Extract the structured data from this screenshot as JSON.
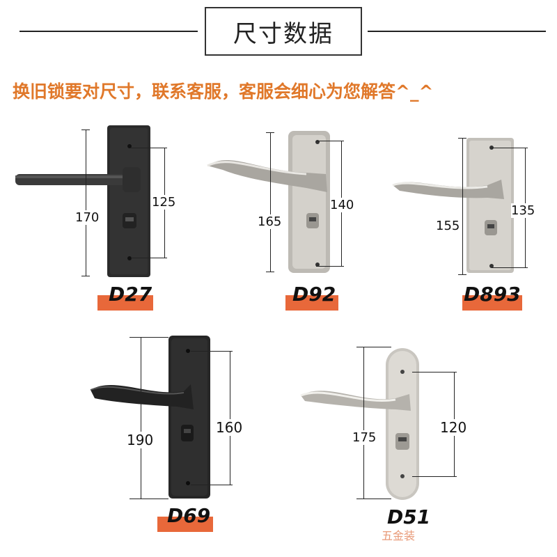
{
  "header": {
    "title": "尺寸数据",
    "subtitle": "换旧锁要对尺寸，联系客服，客服会细心为您解答^_^"
  },
  "products": [
    {
      "model": "D27",
      "total": "170",
      "hole": "125",
      "finish": "black"
    },
    {
      "model": "D92",
      "total": "165",
      "hole": "140",
      "finish": "satin"
    },
    {
      "model": "D893",
      "total": "155",
      "hole": "135",
      "finish": "satin"
    },
    {
      "model": "D69",
      "total": "190",
      "hole": "160",
      "finish": "black"
    },
    {
      "model": "D51",
      "total": "175",
      "hole": "120",
      "finish": "satin"
    }
  ],
  "watermark": "五金装",
  "colors": {
    "accent": "#e0782a",
    "label_bar": "#e8683a",
    "black_finish": "#2a2a2a",
    "satin_finish": "#c9c6c0"
  }
}
